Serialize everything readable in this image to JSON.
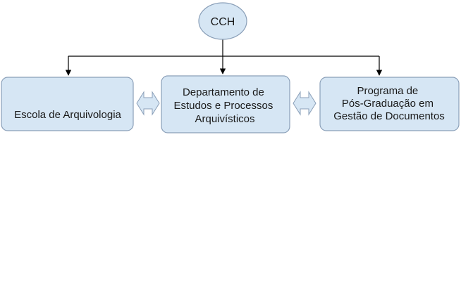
{
  "root": {
    "label": "CCH"
  },
  "units": [
    {
      "lines": [
        "Escola de Arquivologia"
      ]
    },
    {
      "lines": [
        "Departamento de",
        "Estudos e Processos",
        "Arquivísticos"
      ]
    },
    {
      "lines": [
        "Programa de",
        "Pós-Graduação em",
        "Gestão de Documentos"
      ]
    }
  ],
  "colors": {
    "box_fill": "#d6e6f4",
    "box_stroke": "#8a9fb8",
    "arrow_fill": "#d6e6f4",
    "arrow_stroke": "#8a9fb8",
    "line": "#000000"
  }
}
